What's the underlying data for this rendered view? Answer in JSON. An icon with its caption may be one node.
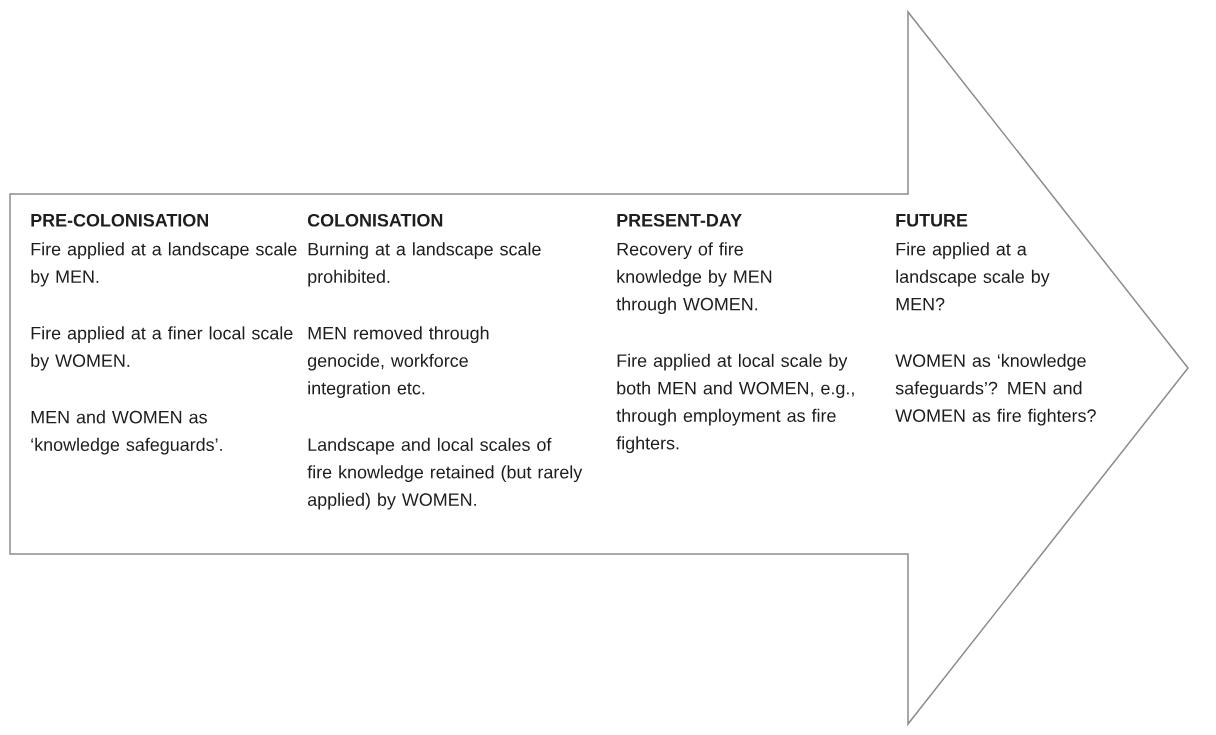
{
  "diagram": {
    "nodes": [
      {
        "text": [
          "PRE-COLONISATION",
          "Fire applied at a landscape scale by MEN.",
          "Fire applied at a finer local scale by WOMEN.",
          "MEN and WOMEN as ‘knowledge safeguards’.",
          "COLONISATION",
          "Burning at a landscape scale prohibited.",
          "MEN removed through genocide, workforce integration etc.",
          "Landscape and local scales of fire knowledge retained (but rarely applied) by WOMEN.",
          "PRESENT-DAY",
          "Recovery of fire knowledge by MEN through WOMEN.",
          "Fire applied at local scale by both MEN and WOMEN, e.g., through employment as fire fighters.",
          "FUTURE",
          "Fire applied at a landscape scale by MEN?",
          "WOMEN as ‘knowledge safeguards’? MEN and WOMEN as fire fighters?"
        ]
      }
    ]
  }
}
